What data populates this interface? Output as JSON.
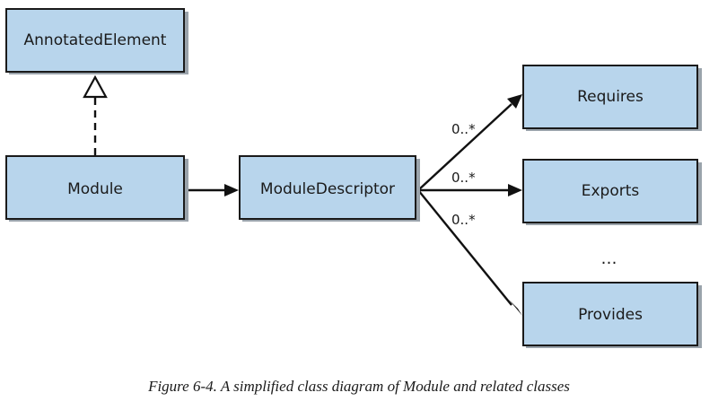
{
  "diagram": {
    "nodes": {
      "annotated_element": "AnnotatedElement",
      "module": "Module",
      "module_descriptor": "ModuleDescriptor",
      "requires": "Requires",
      "exports": "Exports",
      "provides": "Provides"
    },
    "multiplicities": {
      "requires": "0..*",
      "exports": "0..*",
      "provides": "0..*"
    },
    "ellipsis": "…"
  },
  "caption": "Figure 6-4. A simplified class diagram of Module and related classes",
  "colors": {
    "box_fill": "#b8d5ec",
    "box_stroke": "#1a1a1a",
    "line": "#111111"
  }
}
